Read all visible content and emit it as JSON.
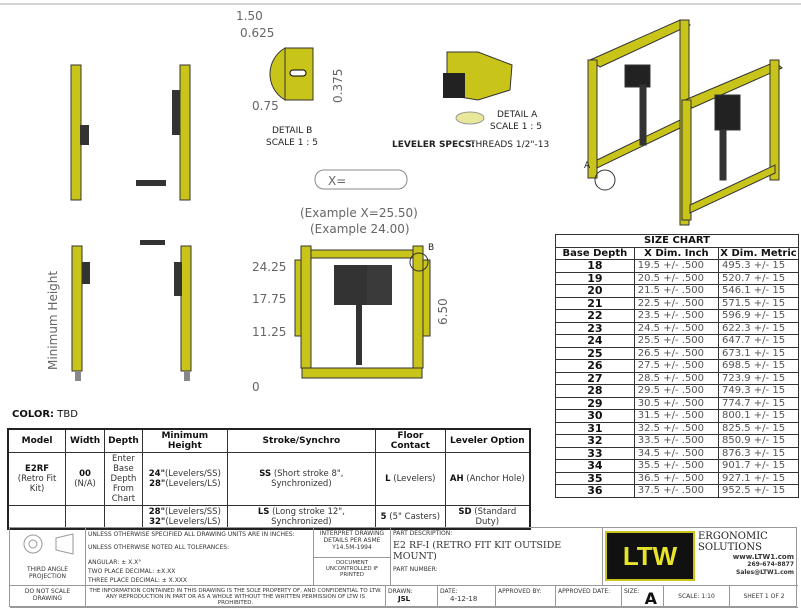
{
  "drawing": {
    "detail_b": {
      "title": "DETAIL B",
      "scale": "SCALE 1 : 5",
      "dims": [
        "1.50",
        "0.625",
        "0.75",
        "0.375"
      ]
    },
    "detail_a": {
      "title": "DETAIL A",
      "scale": "SCALE 1 : 5"
    },
    "leveler_specs": {
      "label": "LEVELER SPECS:",
      "value": "THREADS 1/2\"-13"
    },
    "x_field": "X=",
    "example_x": "(Example X=25.50)",
    "example_inner": "(Example 24.00)",
    "heights": [
      "24.25",
      "17.75",
      "11.25",
      "0"
    ],
    "right_dim": "6.50",
    "callout_b": "B",
    "callout_a": "A",
    "min_height_label": "Minimum Height"
  },
  "color": {
    "label": "COLOR:",
    "value": "TBD"
  },
  "size_chart": {
    "title": "SIZE CHART",
    "headers": [
      "Base Depth",
      "X Dim. Inch",
      "X Dim. Metric"
    ],
    "rows": [
      [
        "18",
        "19.5  +/- .500",
        "495.3  +/- 15"
      ],
      [
        "19",
        "20.5  +/- .500",
        "520.7  +/- 15"
      ],
      [
        "20",
        "21.5  +/- .500",
        "546.1  +/- 15"
      ],
      [
        "21",
        "22.5  +/- .500",
        "571.5  +/- 15"
      ],
      [
        "22",
        "23.5  +/- .500",
        "596.9  +/- 15"
      ],
      [
        "23",
        "24.5  +/- .500",
        "622.3  +/- 15"
      ],
      [
        "24",
        "25.5  +/- .500",
        "647.7  +/- 15"
      ],
      [
        "25",
        "26.5  +/- .500",
        "673.1  +/- 15"
      ],
      [
        "26",
        "27.5  +/- .500",
        "698.5  +/- 15"
      ],
      [
        "27",
        "28.5  +/- .500",
        "723.9  +/- 15"
      ],
      [
        "28",
        "29.5  +/- .500",
        "749.3  +/- 15"
      ],
      [
        "29",
        "30.5  +/- .500",
        "774.7  +/- 15"
      ],
      [
        "30",
        "31.5  +/- .500",
        "800.1  +/- 15"
      ],
      [
        "31",
        "32.5  +/- .500",
        "825.5  +/- 15"
      ],
      [
        "32",
        "33.5  +/- .500",
        "850.9  +/- 15"
      ],
      [
        "33",
        "34.5  +/- .500",
        "876.3  +/- 15"
      ],
      [
        "34",
        "35.5  +/- .500",
        "901.7  +/- 15"
      ],
      [
        "35",
        "36.5  +/- .500",
        "927.1  +/- 15"
      ],
      [
        "36",
        "37.5  +/- .500",
        "952.5  +/- 15"
      ]
    ]
  },
  "options": {
    "headers": [
      "Model",
      "Width",
      "Depth",
      "Minimum Height",
      "Stroke/Synchro",
      "Floor Contact",
      "Leveler Option"
    ],
    "model_code": "E2RF",
    "model_desc": "(Retro Fit Kit)",
    "width_code": "00",
    "width_desc": "(N/A)",
    "depth": "Enter Base Depth From Chart",
    "row1": {
      "h1": "24\"",
      "h1d": "(Levelers/SS)",
      "h2": "28\"",
      "h2d": "(Levelers/LS)",
      "stroke": "SS",
      "stroke_d": "(Short stroke 8\", Synchronized)",
      "floor": "L",
      "floor_d": "(Levelers)",
      "lev": "AH",
      "lev_d": "(Anchor Hole)"
    },
    "row2": {
      "h1": "28\"",
      "h1d": "(Levelers/SS)",
      "h2": "32\"",
      "h2d": "(Levelers/LS)",
      "stroke": "LS",
      "stroke_d": "(Long stroke 12\", Synchronized)",
      "floor": "5",
      "floor_d": "(5\" Casters)",
      "lev": "SD",
      "lev_d": "(Standard Duty)"
    }
  },
  "title_block": {
    "projection": "THIRD ANGLE PROJECTION",
    "units_note": "UNLESS OTHERWISE SPECIFIED ALL DRAWING UNITS ARE IN INCHES:",
    "tol_note": "UNLESS OTHERWISE NOTED ALL TOLERANCES:",
    "angular": "ANGULAR: ± X.X°",
    "two_place": "TWO PLACE DECIMAL: ±X.XX",
    "three_place": "THREE PLACE DECIMAL: ± X.XXX",
    "interpret": "INTERPRET DRAWING DETAILS PER ASME Y14.5M-1994",
    "uncontrolled": "DOCUMENT UNCONTROLLED IF PRINTED",
    "part_desc_label": "PART DESCRIPTION:",
    "part_desc": "E2 RF-I (RETRO FIT KIT OUTSIDE MOUNT)",
    "part_number_label": "PART NUMBER:",
    "do_not_scale": "DO NOT SCALE DRAWING",
    "confidential": "THE INFORMATION CONTAINED IN THIS DRAWING IS THE SOLE PROPERTY OF, AND CONFIDENTIAL TO LTW. ANY REPRODUCTION IN PART OR AS A WHOLE WITHOUT THE WRITTEN PERMISSION OF LTW IS PROHIBITED.",
    "drawn_label": "DRAWN:",
    "drawn": "JSL",
    "date_label": "DATE:",
    "date": "4-12-18",
    "approved_by_label": "APPROVED BY:",
    "approved_date_label": "APPROVED DATE:",
    "size_label": "SIZE:",
    "size": "A",
    "scale": "SCALE: 1:10",
    "sheet": "SHEET 1 OF 2",
    "logo": "LTW",
    "brand": "ERGONOMIC SOLUTIONS",
    "website": "www.LTW1.com",
    "phone": "269-674-8877",
    "email": "Sales@LTW1.com"
  },
  "colors": {
    "frame_yellow": "#c8c41a",
    "dark": "#2a2a2a"
  }
}
